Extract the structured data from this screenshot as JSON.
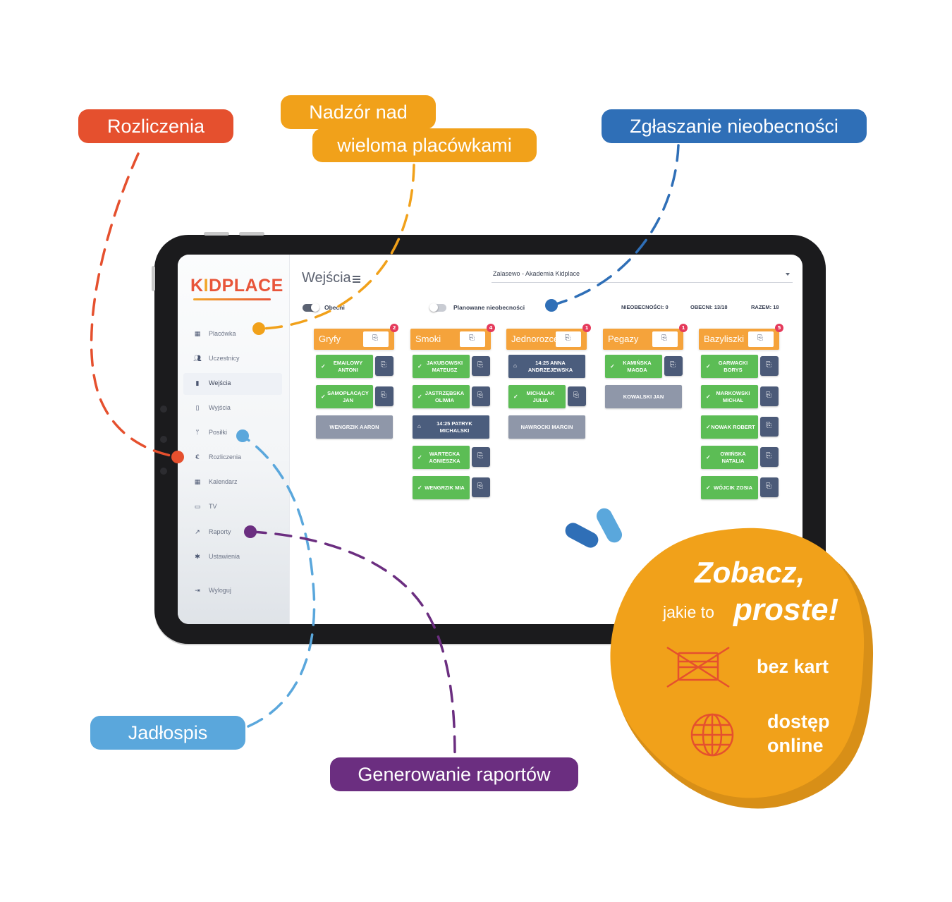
{
  "labels": {
    "rozliczenia": "Rozliczenia",
    "nadzor_line1": "Nadzór nad",
    "nadzor_line2": "wieloma placówkami",
    "zglaszanie": "Zgłaszanie nieobecności",
    "jadlospis": "Jadłospis",
    "raporty": "Generowanie raportów"
  },
  "promo": {
    "headline": "Zobacz,",
    "prefix": "jakie to",
    "highlight": "proste!",
    "feature1": "bez kart",
    "feature2_line1": "dostęp",
    "feature2_line2": "online",
    "feature1_icon": "crossed-card-icon",
    "feature2_icon": "globe-icon"
  },
  "app": {
    "logo": {
      "k": "K",
      "i": "I",
      "rest": "DPLACE"
    },
    "sidebar": [
      {
        "label": "Placówka",
        "icon": "building-icon"
      },
      {
        "label": "Uczestnicy",
        "icon": "people-icon"
      },
      {
        "label": "Wejścia",
        "icon": "door-in-icon"
      },
      {
        "label": "Wyjścia",
        "icon": "door-out-icon"
      },
      {
        "label": "Posiłki",
        "icon": "cutlery-icon"
      },
      {
        "label": "Rozliczenia",
        "icon": "euro-icon"
      },
      {
        "label": "Kalendarz",
        "icon": "calendar-icon"
      },
      {
        "label": "TV",
        "icon": "tv-icon"
      },
      {
        "label": "Raporty",
        "icon": "chart-icon"
      },
      {
        "label": "Ustawienia",
        "icon": "gear-icon"
      },
      {
        "label": "Wyloguj",
        "icon": "logout-icon"
      }
    ],
    "active_item": "Wejścia",
    "page_title": "Wejścia",
    "facility_select": "Zalasewo - Akademia Kidplace",
    "toggle_present": "Obecni",
    "toggle_planned": "Planowane nieobecności",
    "stats": {
      "absences": "NIEOBECNOŚCI: 0",
      "present": "OBECNI: 13/18",
      "total": "RAZEM: 18"
    },
    "groups": [
      {
        "name": "Gryfy",
        "badge": "2",
        "kids": [
          {
            "text": "EMAILOWY ANTONI",
            "status": "present"
          },
          {
            "text": "SAMOPŁACĄCY JAN",
            "status": "present"
          },
          {
            "text": "WENGRZIK AARON",
            "status": "absent"
          }
        ]
      },
      {
        "name": "Smoki",
        "badge": "4",
        "kids": [
          {
            "text": "JAKUBOWSKI MATEUSZ",
            "status": "present"
          },
          {
            "text": "JASTRZĘBSKA OLIWIA",
            "status": "present"
          },
          {
            "text": "14:25 PATRYK MICHALSKI",
            "status": "planned"
          },
          {
            "text": "WARTECKA AGNIESZKA",
            "status": "present"
          },
          {
            "text": "WENGRZIK MIA",
            "status": "present"
          }
        ]
      },
      {
        "name": "Jednorozce",
        "badge": "1",
        "kids": [
          {
            "text": "14:25 ANNA ANDRZEJEWSKA",
            "status": "planned"
          },
          {
            "text": "MICHALAK JULIA",
            "status": "present"
          },
          {
            "text": "NAWROCKI MARCIN",
            "status": "absent"
          }
        ]
      },
      {
        "name": "Pegazy",
        "badge": "1",
        "kids": [
          {
            "text": "KAMIŃSKA MAGDA",
            "status": "present"
          },
          {
            "text": "KOWALSKI JAN",
            "status": "absent"
          }
        ]
      },
      {
        "name": "Bazyliszki",
        "badge": "5",
        "kids": [
          {
            "text": "GARWACKI BORYS",
            "status": "present"
          },
          {
            "text": "MARKOWSKI MICHAŁ",
            "status": "present"
          },
          {
            "text": "NOWAK ROBERT",
            "status": "present"
          },
          {
            "text": "OWIŃSKA NATALIA",
            "status": "present"
          },
          {
            "text": "WÓJCIK ZOSIA",
            "status": "present"
          }
        ]
      }
    ]
  },
  "colors": {
    "red": "#e5502e",
    "orange": "#f1a11a",
    "blue": "#2f6fb7",
    "light_blue": "#5aa7dc",
    "purple": "#6b2e80",
    "present": "#5cbd55",
    "planned": "#4b5d7d",
    "absent": "#8f97a9"
  }
}
